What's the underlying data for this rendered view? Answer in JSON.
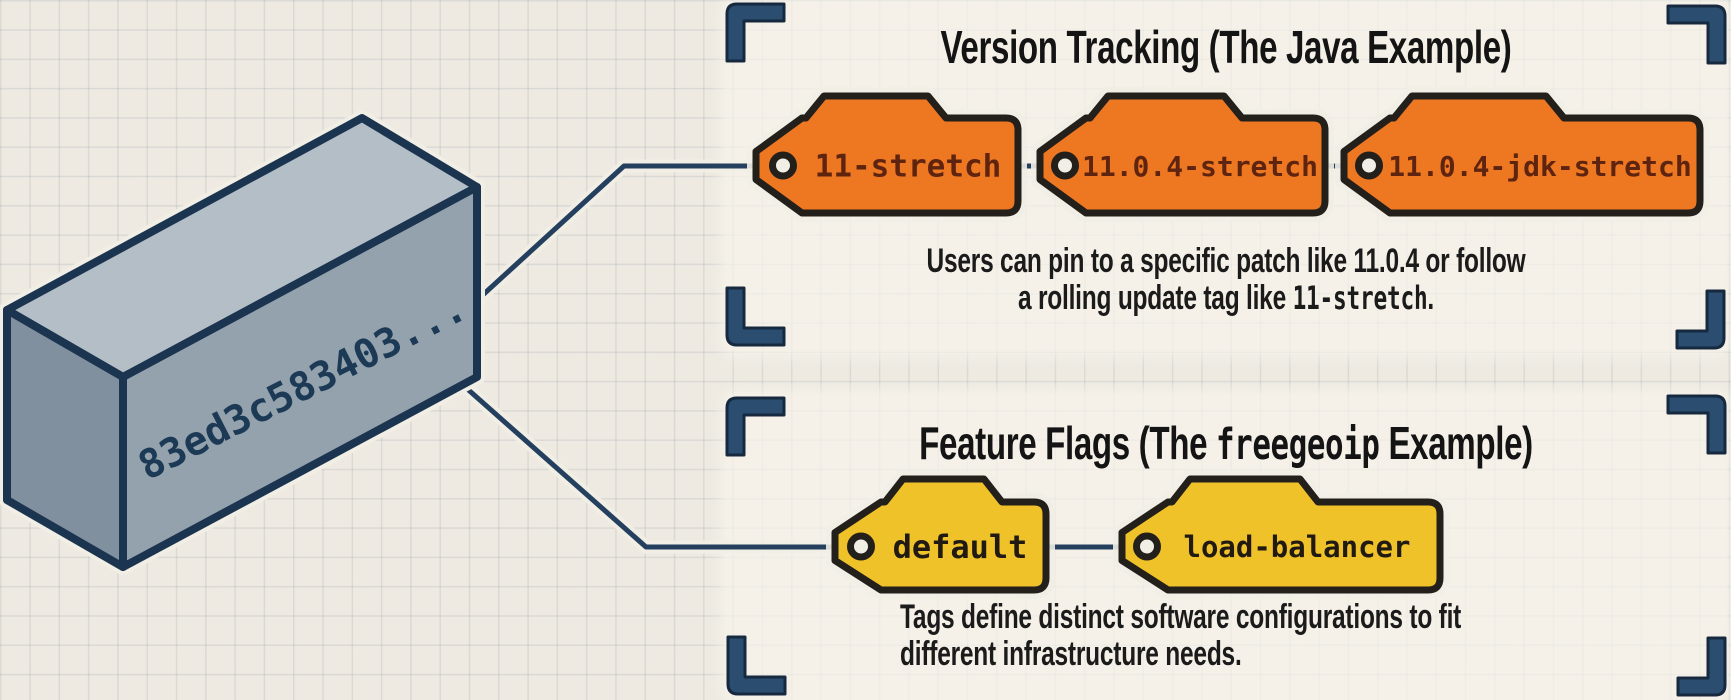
{
  "diagram": {
    "subject": "docker-image-tagging-infographic",
    "image_box": {
      "hash": "83ed3c583403..."
    },
    "sections": [
      {
        "title": [
          {
            "text": "Version Tracking (The Java Example)",
            "mono": false
          }
        ],
        "tags": [
          {
            "label": "11-stretch",
            "color": "orange"
          },
          {
            "label": "11.0.4-stretch",
            "color": "orange"
          },
          {
            "label": "11.0.4-jdk-stretch",
            "color": "orange"
          }
        ],
        "description_lines": [
          [
            {
              "text": "Users can pin to a specific patch like 11.0.4 or follow",
              "mono": false
            }
          ],
          [
            {
              "text": "a rolling update tag like ",
              "mono": false
            },
            {
              "text": "11-stretch",
              "mono": true
            },
            {
              "text": ".",
              "mono": false
            }
          ]
        ]
      },
      {
        "title": [
          {
            "text": "Feature Flags (The ",
            "mono": false
          },
          {
            "text": "freegeoip",
            "mono": true
          },
          {
            "text": " Example)",
            "mono": false
          }
        ],
        "tags": [
          {
            "label": "default",
            "color": "yellow"
          },
          {
            "label": "load-balancer",
            "color": "yellow"
          }
        ],
        "description_lines": [
          [
            {
              "text": "Tags define distinct software configurations to fit",
              "mono": false
            }
          ],
          [
            {
              "text": "different infrastructure needs.",
              "mono": false
            }
          ]
        ]
      }
    ],
    "colors": {
      "background": "#eeeae1",
      "panel": "#f7f4ec",
      "navy_line": "#24405e",
      "bracket_fill": "#2b4d6f",
      "bracket_outline": "#16293f",
      "tag_orange": "#ee7722",
      "tag_orange_text": "#5e2410",
      "tag_yellow": "#f0c229",
      "tag_yellow_text": "#201a12",
      "tag_outline": "#231f1a",
      "box_top": "#b4bec7",
      "box_front": "#94a2ad",
      "box_side": "#80909f",
      "box_outline": "#1b3450",
      "text": "#141414"
    }
  }
}
